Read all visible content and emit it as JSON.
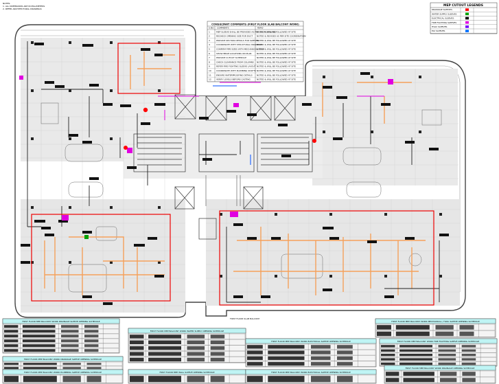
{
  "drawing": {
    "notes": [
      "NOTES:",
      "1. ALL DIMENSIONS ARE IN MILLIMETERS",
      "2. REFER ARCHITECTURAL DRAWINGS"
    ],
    "consultant_title": "CONSULTANT COMMENTS (FIRST FLOOR SLAB BALCONY WORK)",
    "consultant_headers": [
      "S.NO",
      "COMMENTS",
      "REPLY"
    ],
    "consultant_rows": [
      [
        "1",
        "MEP SLEEVE SHALL BE PROVIDED AS PER SHOP DRAWING",
        "NOTED & WILL BE FOLLOWED AT SITE"
      ],
      [
        "2",
        "RECHECK OPENING SIZE FOR DUCT",
        "NOTED & REVISED AS PER SITE COORDINATION"
      ],
      [
        "3",
        "PROVIDE SECTION DETAILS FOR SLEEVES",
        "NOTED & WILL BE FOLLOWED AT SITE"
      ],
      [
        "4",
        "COORDINATE WITH STRUCTURAL DRAWINGS",
        "NOTED & WILL BE FOLLOWED AT SITE"
      ],
      [
        "5",
        "CONFIRM PIPE SIZES WITH MECHANICAL TEAM",
        "NOTED & WILL BE FOLLOWED AT SITE"
      ],
      [
        "6",
        "SHOW BEAM LOCATIONS ON PLAN",
        "NOTED & WILL BE FOLLOWED AT SITE"
      ],
      [
        "7",
        "PROVIDE CUTOUT SCHEDULE",
        "NOTED & WILL BE FOLLOWED AT SITE"
      ],
      [
        "8",
        "CHECK CLEARANCE FROM COLUMNS",
        "NOTED & WILL BE FOLLOWED AT SITE"
      ],
      [
        "9",
        "REFER FIRE FIGHTING SLEEVE LAYOUT",
        "NOTED & WILL BE FOLLOWED AT SITE"
      ],
      [
        "10",
        "COORDINATE WITH PLUMBING SHAFTS",
        "NOTED & WILL BE FOLLOWED AT SITE"
      ],
      [
        "11",
        "ENSURE WATERPROOFING DETAILS",
        "NOTED & WILL BE FOLLOWED AT SITE"
      ],
      [
        "12",
        "VERIFY LEVELS BEFORE CASTING",
        "NOTED & WILL BE FOLLOWED AT SITE"
      ]
    ],
    "legend_title": "MEP CUTOUT LEGENDS",
    "legend_items": [
      {
        "label": "DRAINAGE SLEEVES",
        "color": "#ff0000"
      },
      {
        "label": "WATER SUPPLY SLEEVES",
        "color": "#00a000"
      },
      {
        "label": "ELECTRICAL SLEEVES",
        "color": "#000000"
      },
      {
        "label": "FIRE FIGHTING SLEEVES",
        "color": "#e000e0"
      },
      {
        "label": "HVAC SLEEVES",
        "color": "#7000ff"
      },
      {
        "label": "ELV SLEEVES",
        "color": "#0070ff"
      }
    ],
    "plan_label": "FIRST FLOOR SLAB BALCONY",
    "tables": [
      {
        "title": "FIRST FLOOR MEP BALCONY WORK DRAINAGE SLEEVE OPENING SCHEDULE"
      },
      {
        "title": "FIRST FLOOR MEP BALCONY WORK WATER SUPPLY OPENING SCHEDULE"
      },
      {
        "title": "FIRST FLOOR MEP BALCONY WORK ELECTRICAL SLEEVE OPENING SCHEDULE"
      },
      {
        "title": "FIRST FLOOR MEP BALCONY WORK MECHANICAL / HVAC SLEEVE OPENING SCHEDULE"
      },
      {
        "title": "FIRST FLOOR MEP BALCONY WORK FIRE FIGHTING SLEEVE OPENING SCHEDULE"
      },
      {
        "title": "FIRST FLOOR MEP BALCONY WORK DRAINAGE SLEEVE OPENING SCHEDULE"
      },
      {
        "title": "FIRST FLOOR MEP BALCONY WORK PLUMBING SLEEVE OPENING SCHEDULE"
      },
      {
        "title": "FIRST FLOOR MEP WALL SLEEVE OPENING SCHEDULE"
      },
      {
        "title": "FIRST FLOOR MEP BALCONY WORK ELECTRICAL SLEEVE OPENING SCHEDULE"
      },
      {
        "title": "FIRST FLOOR MEP BALCONY WORK DRAINAGE OPENING SCHEDULE"
      }
    ]
  }
}
